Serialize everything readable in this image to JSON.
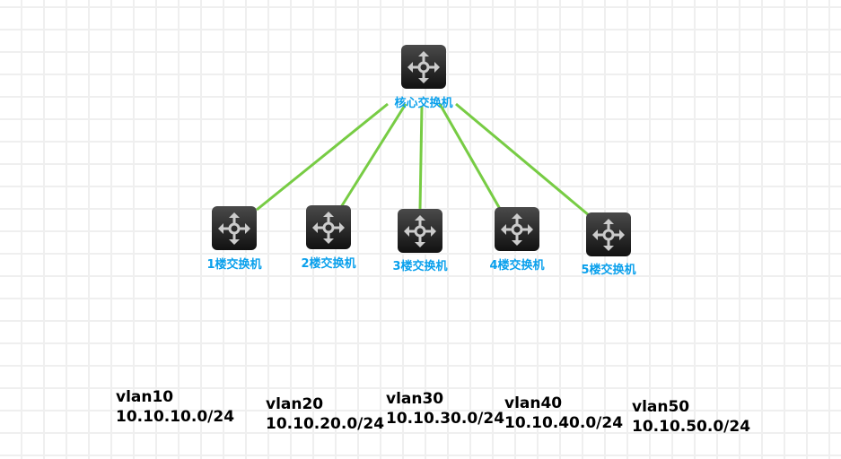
{
  "core": {
    "label": "核心交换机"
  },
  "switches": [
    {
      "label": "1楼交换机"
    },
    {
      "label": "2楼交换机"
    },
    {
      "label": "3楼交换机"
    },
    {
      "label": "4楼交换机"
    },
    {
      "label": "5楼交换机"
    }
  ],
  "vlans": [
    {
      "name": "vlan10",
      "subnet": "10.10.10.0/24"
    },
    {
      "name": "vlan20",
      "subnet": "10.10.20.0/24"
    },
    {
      "name": "vlan30",
      "subnet": "10.10.30.0/24"
    },
    {
      "name": "vlan40",
      "subnet": "10.10.40.0/24"
    },
    {
      "name": "vlan50",
      "subnet": "10.10.50.0/24"
    }
  ],
  "colors": {
    "link": "#77cc44",
    "label": "#0aa0ec"
  }
}
